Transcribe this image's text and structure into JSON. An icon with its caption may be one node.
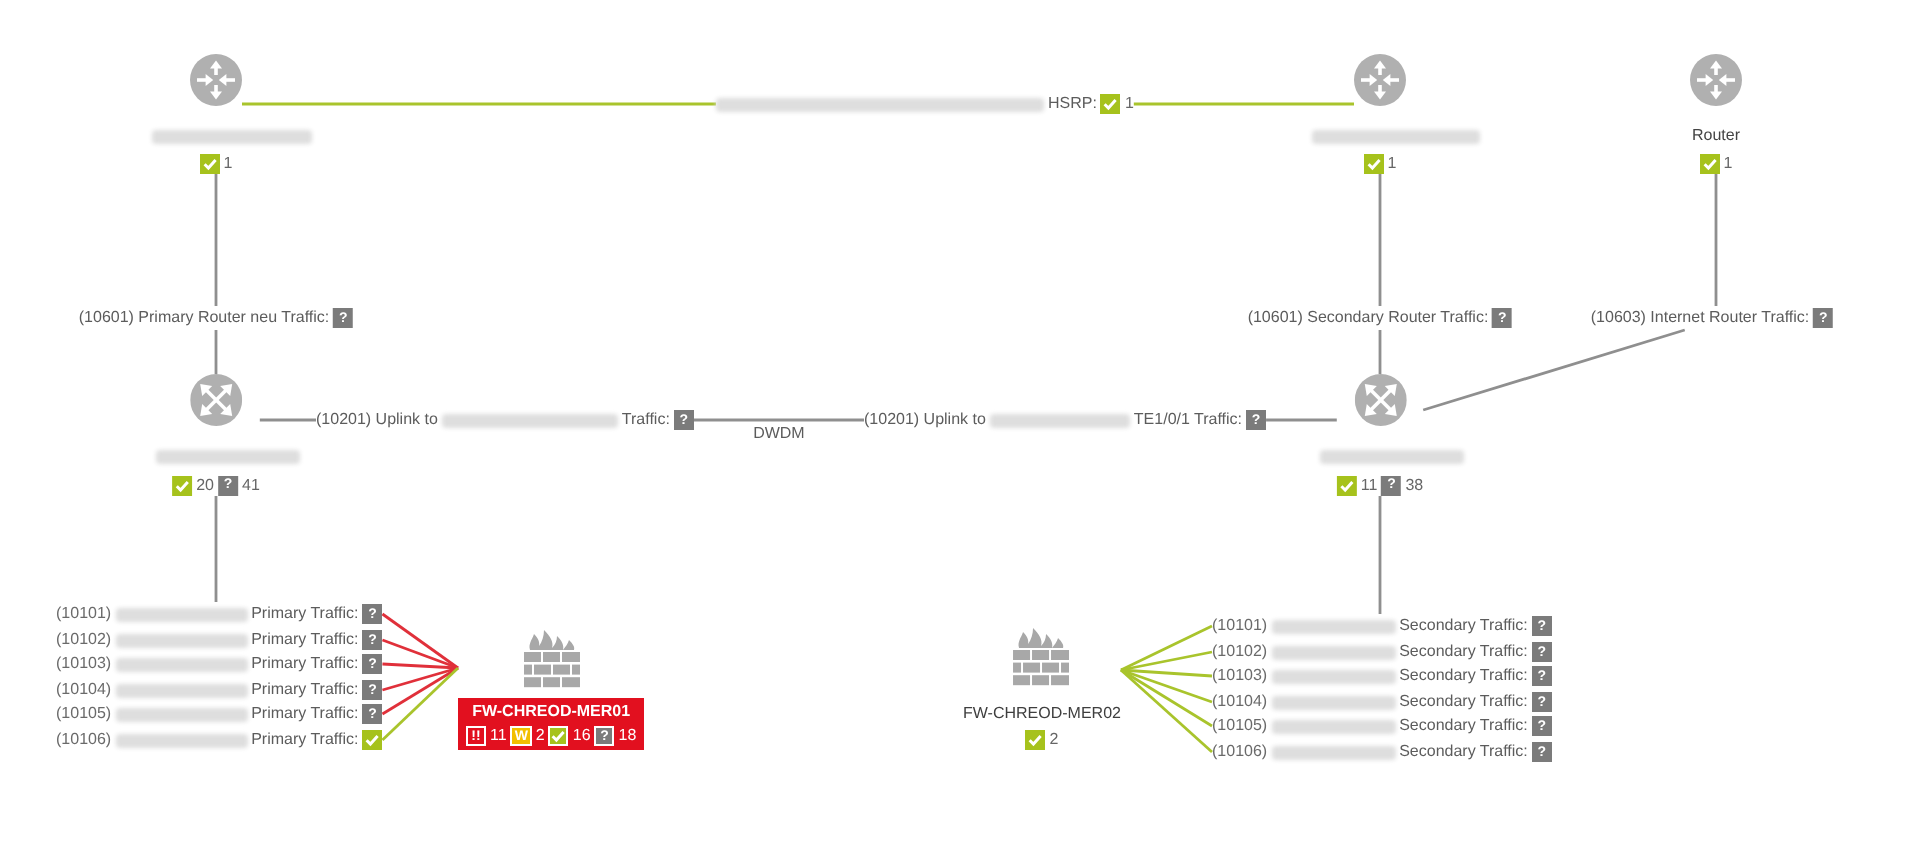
{
  "diagram": {
    "nodes": [
      {
        "text": [
          "1"
        ]
      },
      {
        "text": [
          "HSRP:",
          "1"
        ]
      },
      {
        "text": [
          "1"
        ]
      },
      {
        "text": [
          "Router",
          "1"
        ]
      },
      {
        "text": [
          "(10601) Primary Router neu Traffic:",
          "?"
        ]
      },
      {
        "text": [
          "(10601) Secondary Router Traffic:",
          "?"
        ]
      },
      {
        "text": [
          "(10603) Internet Router Traffic:",
          "?"
        ]
      },
      {
        "text": [
          "20",
          "?",
          "41"
        ]
      },
      {
        "text": [
          "(10201) Uplink to",
          "Traffic:",
          "?"
        ]
      },
      {
        "text": [
          "(10201) Uplink to",
          "TE1/0/1 Traffic:",
          "?"
        ]
      },
      {
        "text": [
          "11",
          "?",
          "38"
        ]
      },
      {
        "text": [
          "(10101)",
          "Primary Traffic:",
          "?"
        ]
      },
      {
        "text": [
          "(10102)",
          "Primary Traffic:",
          "?"
        ]
      },
      {
        "text": [
          "(10103)",
          "Primary Traffic:",
          "?"
        ]
      },
      {
        "text": [
          "(10104)",
          "Primary Traffic:",
          "?"
        ]
      },
      {
        "text": [
          "(10105)",
          "Primary Traffic:",
          "?"
        ]
      },
      {
        "text": [
          "(10106)",
          "Primary Traffic:"
        ]
      },
      {
        "text": [
          "FW-CHREOD-MER01",
          "!!",
          "11",
          "W",
          "2",
          "16",
          "?",
          "18"
        ]
      },
      {
        "text": [
          "FW-CHREOD-MER02",
          "2"
        ]
      },
      {
        "text": [
          "(10101)",
          "Secondary Traffic:",
          "?"
        ]
      },
      {
        "text": [
          "(10102)",
          "Secondary Traffic:",
          "?"
        ]
      },
      {
        "text": [
          "(10103)",
          "Secondary Traffic:",
          "?"
        ]
      },
      {
        "text": [
          "(10104)",
          "Secondary Traffic:",
          "?"
        ]
      },
      {
        "text": [
          "(10105)",
          "Secondary Traffic:",
          "?"
        ]
      },
      {
        "text": [
          "(10106)",
          "Secondary Traffic:",
          "?"
        ]
      }
    ],
    "edges": [
      {
        "from": 0,
        "to": 1,
        "arrow": "none",
        "color": "#a9c42c"
      },
      {
        "from": 1,
        "to": 2,
        "arrow": "none",
        "color": "#a9c42c"
      },
      {
        "from": 0,
        "to": 4,
        "arrow": "none"
      },
      {
        "from": 4,
        "to": 7,
        "arrow": "none"
      },
      {
        "from": 2,
        "to": 5,
        "arrow": "none"
      },
      {
        "from": 5,
        "to": 10,
        "arrow": "none"
      },
      {
        "from": 3,
        "to": 6,
        "arrow": "none"
      },
      {
        "from": 6,
        "to": 10,
        "arrow": "none"
      },
      {
        "from": 7,
        "to": 8,
        "arrow": "none"
      },
      {
        "from": 8,
        "to": 9,
        "arrow": "none",
        "label": "DWDM"
      },
      {
        "from": 9,
        "to": 10,
        "arrow": "none"
      },
      {
        "from": 7,
        "to": 11,
        "arrow": "none"
      },
      {
        "from": 10,
        "to": 19,
        "arrow": "none"
      },
      {
        "from": 11,
        "to": 17,
        "arrow": "none",
        "color": "#e0303a"
      },
      {
        "from": 12,
        "to": 17,
        "arrow": "none",
        "color": "#e0303a"
      },
      {
        "from": 13,
        "to": 17,
        "arrow": "none",
        "color": "#e0303a"
      },
      {
        "from": 14,
        "to": 17,
        "arrow": "none",
        "color": "#e0303a"
      },
      {
        "from": 15,
        "to": 17,
        "arrow": "none",
        "color": "#e0303a"
      },
      {
        "from": 16,
        "to": 17,
        "arrow": "none",
        "color": "#a9c42c"
      },
      {
        "from": 18,
        "to": 19,
        "arrow": "none",
        "color": "#a9c42c"
      },
      {
        "from": 18,
        "to": 20,
        "arrow": "none",
        "color": "#a9c42c"
      },
      {
        "from": 18,
        "to": 21,
        "arrow": "none",
        "color": "#a9c42c"
      },
      {
        "from": 18,
        "to": 22,
        "arrow": "none",
        "color": "#a9c42c"
      },
      {
        "from": 18,
        "to": 23,
        "arrow": "none",
        "color": "#a9c42c"
      },
      {
        "from": 18,
        "to": 24,
        "arrow": "none",
        "color": "#a9c42c"
      }
    ]
  }
}
